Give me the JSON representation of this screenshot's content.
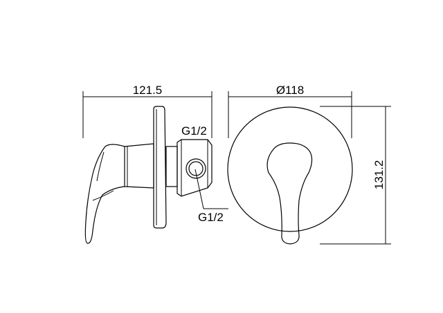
{
  "side_view": {
    "width_label": "121.5",
    "inlet_label_top": "G1/2",
    "inlet_label_bottom": "G1/2"
  },
  "front_view": {
    "diameter_label": "Ø118",
    "height_label": "131.2"
  }
}
